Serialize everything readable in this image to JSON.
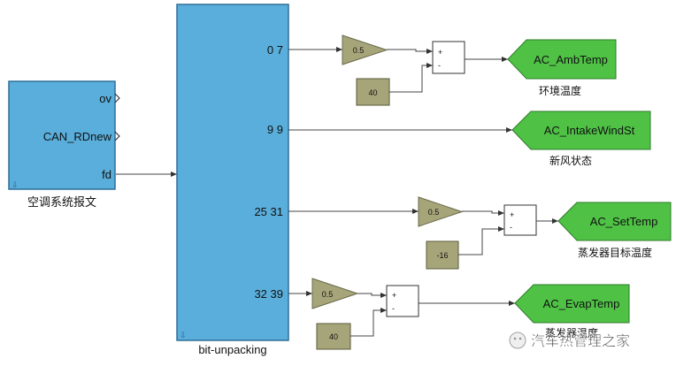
{
  "subsystem": {
    "ports": [
      "ov",
      "CAN_RDnew",
      "fd"
    ],
    "caption": "空调系统报文"
  },
  "unpack": {
    "caption": "bit-unpacking",
    "outputs": [
      {
        "label": "0 7"
      },
      {
        "label": "9 9"
      },
      {
        "label": "25 31"
      },
      {
        "label": "32 39"
      }
    ]
  },
  "chains": [
    {
      "gain": "0.5",
      "offset": "40",
      "sum_signs": [
        "+",
        "-"
      ],
      "output": "AC_AmbTemp",
      "caption": "环境温度"
    },
    {
      "output": "AC_IntakeWindSt",
      "caption": "新风状态"
    },
    {
      "gain": "0.5",
      "offset": "-16",
      "sum_signs": [
        "+",
        "-"
      ],
      "output": "AC_SetTemp",
      "caption": "蒸发器目标温度"
    },
    {
      "gain": "0.5",
      "offset": "40",
      "sum_signs": [
        "+",
        "-"
      ],
      "output": "AC_EvapTemp",
      "caption": "蒸发器温度"
    }
  ],
  "watermark": "汽车热管理之家",
  "colors": {
    "block_fill": "#5aaedb",
    "block_border": "#2f6e99",
    "gain_fill": "#a6a57a",
    "const_fill": "#a6a57a",
    "goto_fill": "#4fc246",
    "sum_fill": "#ffffff"
  }
}
